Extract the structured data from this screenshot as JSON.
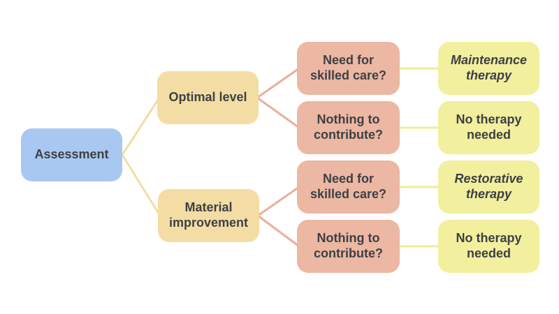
{
  "diagram": {
    "type": "decision-tree",
    "background": "#ffffff",
    "text_color": "#3d4045",
    "root": {
      "label": "Assessment",
      "color": "#a9c8f1"
    },
    "branches": [
      {
        "label": "Optimal level",
        "color": "#f4dda4"
      },
      {
        "label": "Material improvement",
        "color": "#f4dda4"
      }
    ],
    "questions": [
      {
        "label": "Need for skilled care?",
        "parent": "Optimal level",
        "color": "#ecb7a3"
      },
      {
        "label": "Nothing to contribute?",
        "parent": "Optimal level",
        "color": "#ecb7a3"
      },
      {
        "label": "Need for skilled care?",
        "parent": "Material improvement",
        "color": "#ecb7a3"
      },
      {
        "label": "Nothing to contribute?",
        "parent": "Material improvement",
        "color": "#ecb7a3"
      }
    ],
    "outcomes": [
      {
        "label": "Maintenance therapy",
        "italic": true,
        "color": "#f2ef9e"
      },
      {
        "label": "No therapy needed",
        "italic": false,
        "color": "#f2ef9e"
      },
      {
        "label": "Restorative therapy",
        "italic": true,
        "color": "#f2ef9e"
      },
      {
        "label": "No therapy needed",
        "italic": false,
        "color": "#f2ef9e"
      }
    ],
    "edge_colors": {
      "to_branch": "#f3dda4",
      "to_question": "#eaae9a",
      "to_outcome": "#f0ec93"
    }
  }
}
